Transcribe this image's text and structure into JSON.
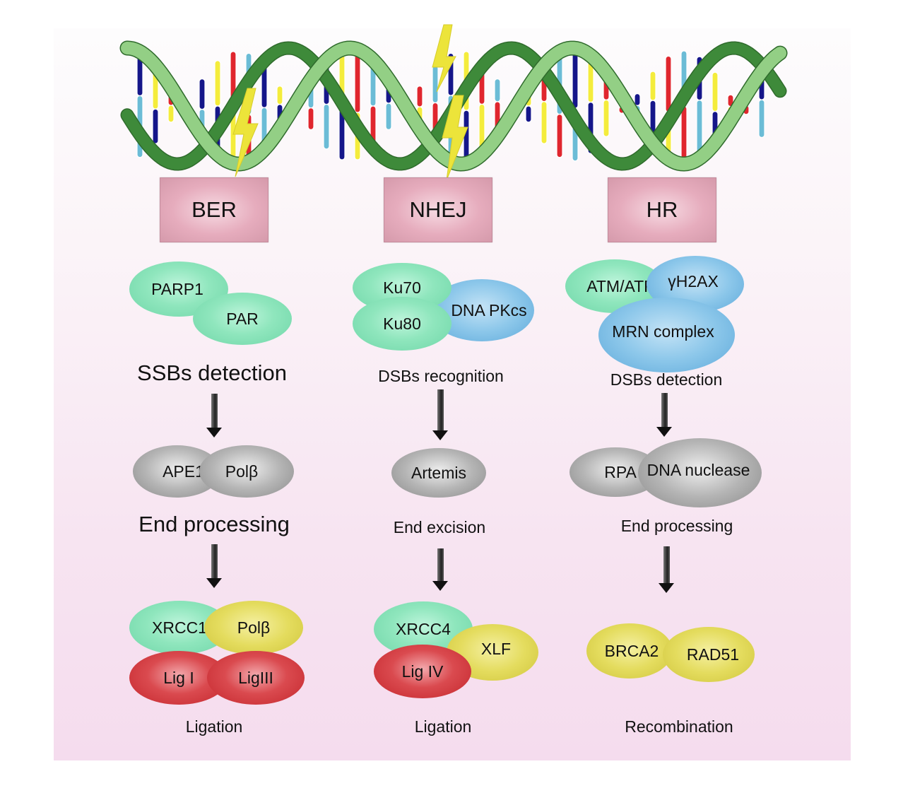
{
  "figure": {
    "topic": "DNA repair pathways",
    "dna_strand_colors": {
      "backbone_light": "#93cf85",
      "backbone_dark": "#3e8a3a",
      "base_navy": "#15168a",
      "base_lightblue": "#6bbcd6",
      "base_red": "#e0262e",
      "base_yellow": "#f4ec3c"
    },
    "lightning_color": "#ece43a",
    "background_gradient": [
      "#fdfcfd",
      "#f5dcee"
    ]
  },
  "pathways": [
    {
      "name": "BER",
      "steps": [
        {
          "proteins": [
            "PARP1",
            "PAR"
          ],
          "label": "SSBs detection"
        },
        {
          "proteins": [
            "APE1",
            "Polβ"
          ],
          "label": "End processing"
        },
        {
          "proteins": [
            "XRCC1",
            "Polβ",
            "Lig I",
            "LigIII"
          ],
          "label": "Ligation"
        }
      ]
    },
    {
      "name": "NHEJ",
      "steps": [
        {
          "proteins": [
            "Ku70",
            "Ku80",
            "DNA PKcs"
          ],
          "label": "DSBs recognition"
        },
        {
          "proteins": [
            "Artemis"
          ],
          "label": "End excision"
        },
        {
          "proteins": [
            "XRCC4",
            "XLF",
            "Lig IV"
          ],
          "label": "Ligation"
        }
      ]
    },
    {
      "name": "HR",
      "steps": [
        {
          "proteins": [
            "ATM/ATR",
            "γH2AX",
            "MRN complex"
          ],
          "label": "DSBs detection"
        },
        {
          "proteins": [
            "RPA",
            "DNA nuclease"
          ],
          "label": "End processing"
        },
        {
          "proteins": [
            "BRCA2",
            "RAD51"
          ],
          "label": "Recombination"
        }
      ]
    }
  ]
}
